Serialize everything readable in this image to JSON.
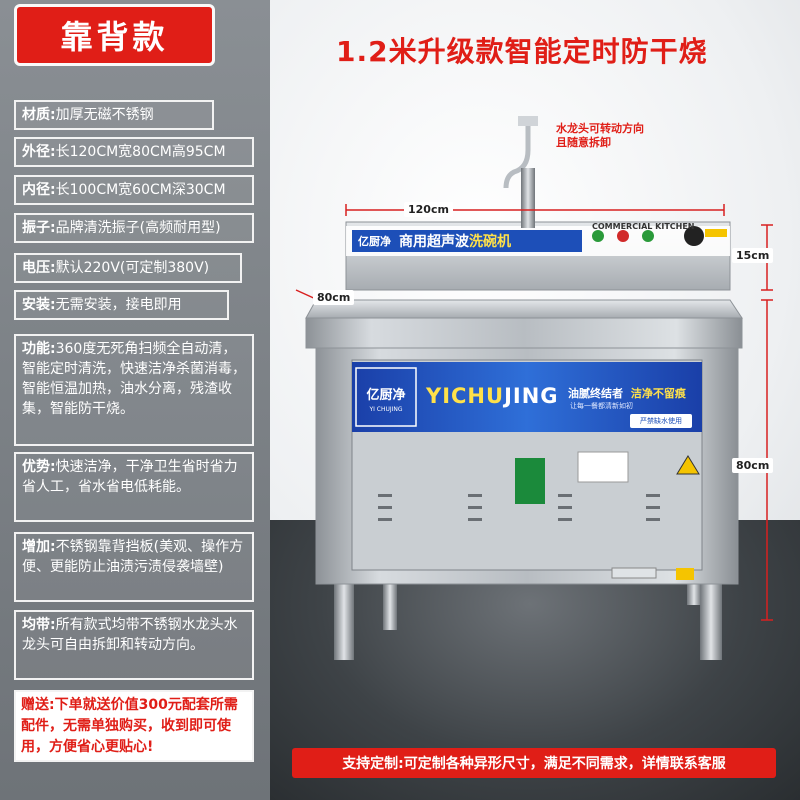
{
  "badge": "靠背款",
  "headline": "1.2米升级款智能定时防干烧",
  "specs": [
    {
      "label": "材质:",
      "value": "加厚无磁不锈钢"
    },
    {
      "label": "外径:",
      "value": "长120CM宽80CM高95CM"
    },
    {
      "label": "内径:",
      "value": "长100CM宽60CM深30CM"
    },
    {
      "label": "振子:",
      "value": "品牌清洗振子(高频耐用型)"
    },
    {
      "label": "电压:",
      "value": "默认220V(可定制380V)"
    },
    {
      "label": "安装:",
      "value": "无需安装，接电即用"
    },
    {
      "label": "功能:",
      "value": "360度无死角扫频全自动清，智能定时清洗，快速洁净杀菌消毒，智能恒温加热，油水分离，残渣收集，智能防干烧。"
    },
    {
      "label": "优势:",
      "value": "快速洁净，干净卫生省时省力省人工，省水省电低耗能。"
    },
    {
      "label": "增加:",
      "value": "不锈钢靠背挡板(美观、操作方便、更能防止油渍污渍侵袭墙壁)"
    },
    {
      "label": "均带:",
      "value": "所有款式均带不锈钢水龙头水龙头可自由拆卸和转动方向。"
    }
  ],
  "gift": "赠送:下单就送价值300元配套所需配件，无需单独购买，收到即可使用，方便省心更贴心!",
  "faucet_note_1": "水龙头可转动方向",
  "faucet_note_2": "且随意拆卸",
  "dims": {
    "width": "120cm",
    "depth": "80cm",
    "top": "15cm",
    "height": "80cm"
  },
  "machine": {
    "brand_cn": "亿厨净",
    "brand_pin": "YICHUJING",
    "brand_pin_hl": "JING",
    "brand_pin_main": "YICHU",
    "product": "商用超声波",
    "product_hl": "洗碗机",
    "panel_en": "COMMERCIAL KITCHEN",
    "slogan_1": "油腻终结者",
    "slogan_2": "洁净不留痕",
    "slogan_sub": "让每一餐都清新如初",
    "warn_tag": "严禁缺水使用",
    "logo_sub": "YI CHUJING"
  },
  "bottom": "支持定制:可定制各种异形尺寸，满足不同需求，详情联系客服",
  "colors": {
    "accent": "#e01e17",
    "blue": "#1d4fb8",
    "steel": "#c3c8cd"
  }
}
